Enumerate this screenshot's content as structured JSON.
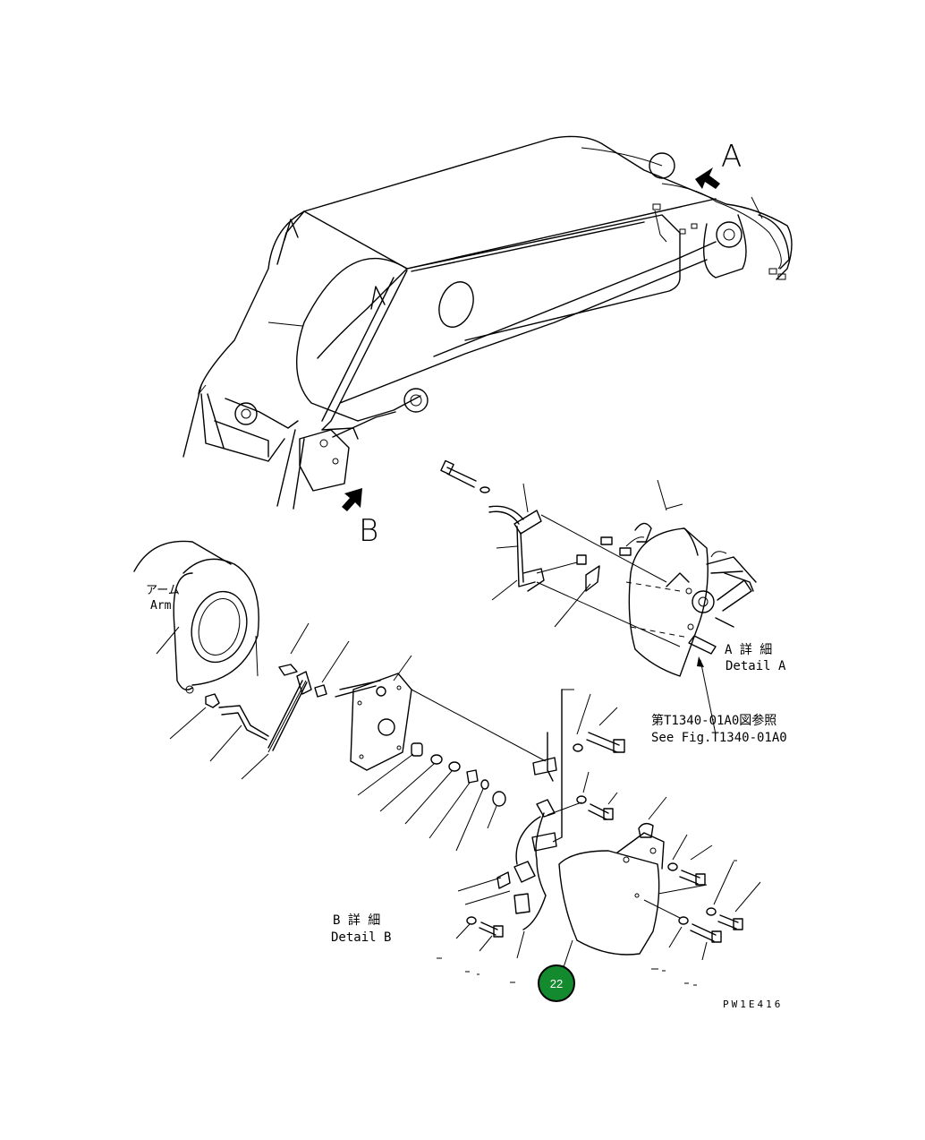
{
  "callouts": {
    "A": "A",
    "B": "B"
  },
  "labels": {
    "arm_jp": "アーム",
    "arm_en": "Arm",
    "detail_a_jp": "A 詳 細",
    "detail_a_en": "Detail A",
    "ref_jp": "第T1340-01A0図参照",
    "ref_en": "See Fig.T1340-01A0",
    "detail_b_jp": "B 詳 細",
    "detail_b_en": "Detail B",
    "drawing_code": "PW1E416"
  },
  "badge": {
    "number": "22",
    "color": "#138a2e"
  }
}
